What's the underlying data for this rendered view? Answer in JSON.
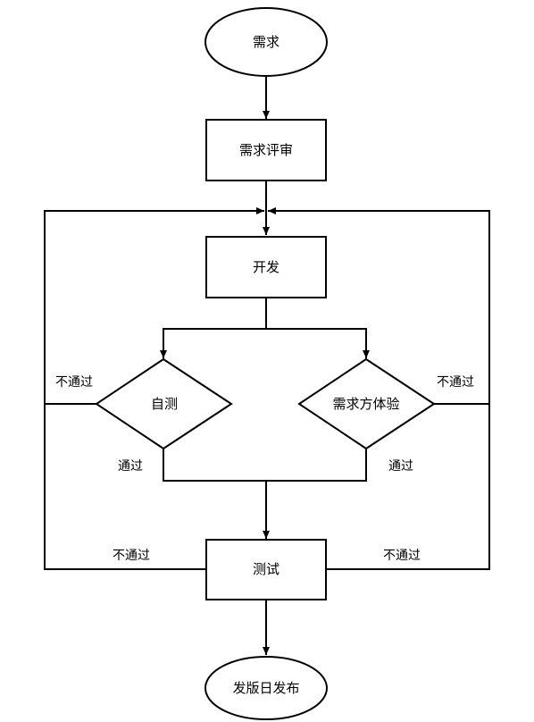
{
  "nodes": {
    "start": "需求",
    "review": "需求评审",
    "develop": "开发",
    "selftest": "自测",
    "client_check": "需求方体验",
    "test": "测试",
    "release": "发版日发布"
  },
  "edge_labels": {
    "selftest_fail": "不通过",
    "client_fail": "不通过",
    "selftest_pass": "通过",
    "client_pass": "通过",
    "test_fail_left": "不通过",
    "test_fail_right": "不通过"
  }
}
